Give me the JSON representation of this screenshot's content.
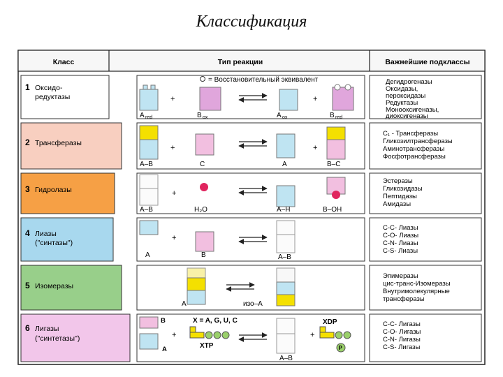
{
  "title": "Классификация",
  "headers": {
    "class": "Класс",
    "reaction": "Тип реакции",
    "subclasses": "Важнейшие подклассы"
  },
  "equivalent_note": "= Восстановительный эквивалент",
  "rows": [
    {
      "number": "1",
      "name": [
        "Оксидо-",
        "редуктазы"
      ],
      "color": "#ffffff",
      "labels": [
        "A",
        "red",
        "B",
        "ox",
        "A",
        "ox",
        "B",
        "red"
      ],
      "subclasses": [
        "Дегидрогеназы",
        "Оксидазы,",
        "пероксидазы",
        "Редуктазы",
        "Монооксигеназы,",
        "диоксигеназы"
      ]
    },
    {
      "number": "2",
      "name": [
        "Трансферазы"
      ],
      "color": "#f8cfc0",
      "labels": [
        "A–B",
        "C",
        "A",
        "B–C"
      ],
      "subclasses": [
        "C₁ - Трансферазы",
        "Гликозилтрансферазы",
        "Аминотрансферазы",
        "Фосфотрансферазы"
      ]
    },
    {
      "number": "3",
      "name": [
        "Гидролазы"
      ],
      "color": "#f6a045",
      "labels": [
        "A–B",
        "H₂O",
        "A–H",
        "B–OH"
      ],
      "subclasses": [
        "Эстеразы",
        "Гликозидазы",
        "Пептидазы",
        "Амидазы"
      ]
    },
    {
      "number": "4",
      "name": [
        "Лиазы",
        "(\"синтазы\")"
      ],
      "color": "#a8d8ee",
      "labels": [
        "A",
        "B",
        "A–B"
      ],
      "subclasses": [
        "C-C- Лиазы",
        "C-O- Лиазы",
        "C-N- Лиазы",
        "C-S- Лиазы"
      ]
    },
    {
      "number": "5",
      "name": [
        "Изомеразы"
      ],
      "color": "#98cf8a",
      "labels": [
        "A",
        "изо–A"
      ],
      "subclasses": [
        "Эпимеразы",
        "цис-транс-Изомеразы",
        "Внутримолекулярные",
        "трансферазы"
      ]
    },
    {
      "number": "6",
      "name": [
        "Лигазы",
        "(\"синтетазы\")"
      ],
      "color": "#f2c6ea",
      "labels": [
        "B",
        "A",
        "X = A, G, U, C",
        "XTP",
        "XDP",
        "A–B",
        "P"
      ],
      "subclasses": [
        "C-C- Лигазы",
        "C-O- Лигазы",
        "C-N- Лигазы",
        "C-S- Лигазы"
      ]
    }
  ]
}
